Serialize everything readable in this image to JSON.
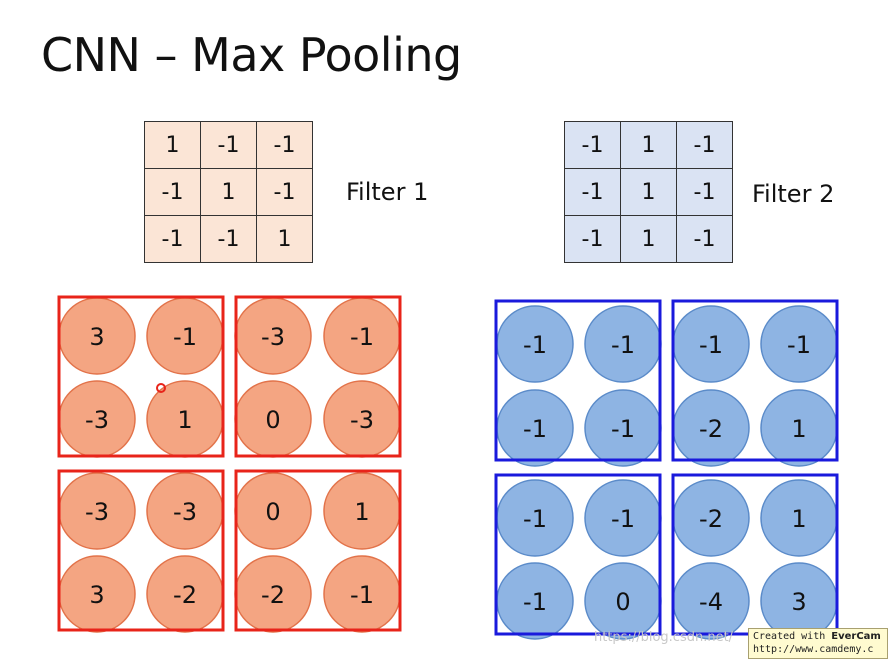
{
  "title": "CNN – Max Pooling",
  "filter1": {
    "label": "Filter 1",
    "rows": [
      [
        "1",
        "-1",
        "-1"
      ],
      [
        "-1",
        "1",
        "-1"
      ],
      [
        "-1",
        "-1",
        "1"
      ]
    ]
  },
  "filter2": {
    "label": "Filter 2",
    "rows": [
      [
        "-1",
        "1",
        "-1"
      ],
      [
        "-1",
        "1",
        "-1"
      ],
      [
        "-1",
        "1",
        "-1"
      ]
    ]
  },
  "feature_map_1": {
    "fill": "#f4a582",
    "stroke": "#e2734a",
    "box_color": "#e8241a",
    "values": [
      [
        "3",
        "-1",
        "-3",
        "-1"
      ],
      [
        "-3",
        "1",
        "0",
        "-3"
      ],
      [
        "-3",
        "-3",
        "0",
        "1"
      ],
      [
        "3",
        "-2",
        "-2",
        "-1"
      ]
    ]
  },
  "feature_map_2": {
    "fill": "#8eb4e3",
    "stroke": "#5b8bc9",
    "box_color": "#1a1adc",
    "values": [
      [
        "-1",
        "-1",
        "-1",
        "-1"
      ],
      [
        "-1",
        "-1",
        "-2",
        "1"
      ],
      [
        "-1",
        "-1",
        "-2",
        "1"
      ],
      [
        "-1",
        "0",
        "-4",
        "3"
      ]
    ]
  },
  "watermark": "https://blog.csdn.net/",
  "evercam": {
    "line1_prefix": "Created with ",
    "line1_brand": "EverCam",
    "line2": "http://www.camdemy.c"
  }
}
